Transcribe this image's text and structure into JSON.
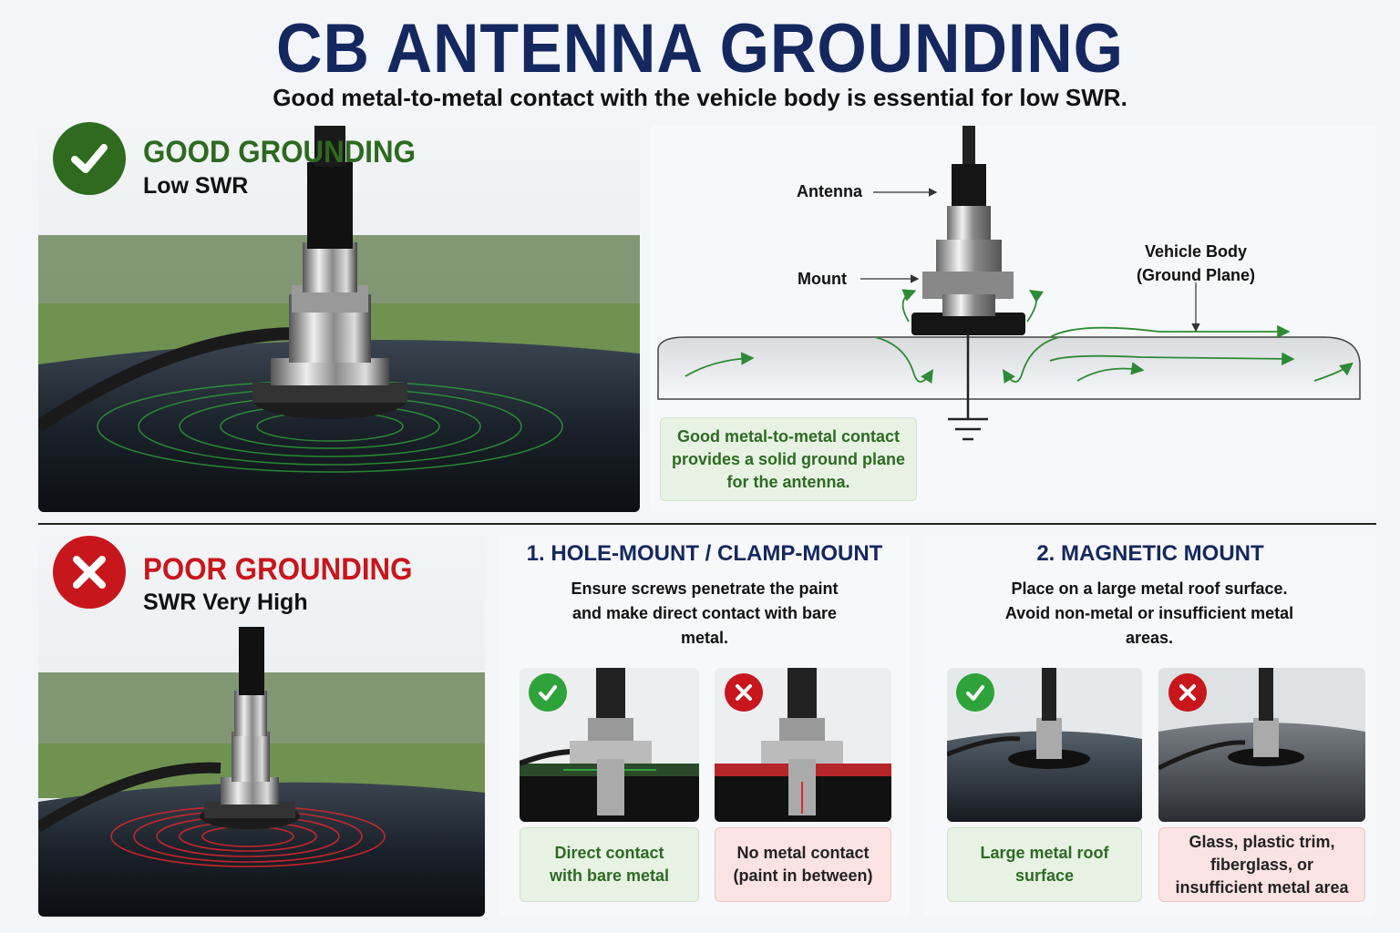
{
  "header": {
    "title": "CB ANTENNA GROUNDING",
    "subtitle": "Good metal-to-metal contact with the vehicle body is essential for low SWR."
  },
  "good": {
    "title": "GOOD GROUNDING",
    "subtitle": "Low SWR",
    "color": "#2d6a1f"
  },
  "poor": {
    "title": "POOR GROUNDING",
    "subtitle": "SWR Very High",
    "color": "#c8161d"
  },
  "diagram": {
    "antenna_label": "Antenna",
    "mount_label": "Mount",
    "body_label_1": "Vehicle Body",
    "body_label_2": "(Ground Plane)",
    "note": "Good metal-to-metal contact provides a solid ground plane for the antenna."
  },
  "hole_mount": {
    "title": "1. HOLE-MOUNT / CLAMP-MOUNT",
    "desc": "Ensure screws penetrate the paint and make direct contact with bare metal.",
    "good_caption": "Direct contact with bare metal",
    "bad_caption": "No metal contact (paint in between)"
  },
  "magnetic_mount": {
    "title": "2. MAGNETIC MOUNT",
    "desc": "Place on a large metal roof surface. Avoid non-metal or insufficient metal areas.",
    "good_caption": "Large metal roof surface",
    "bad_caption": "Glass, plastic trim, fiberglass, or insufficient metal area"
  },
  "icons": {
    "check": "check-icon",
    "cross": "cross-icon",
    "ground": "ground-symbol-icon"
  }
}
